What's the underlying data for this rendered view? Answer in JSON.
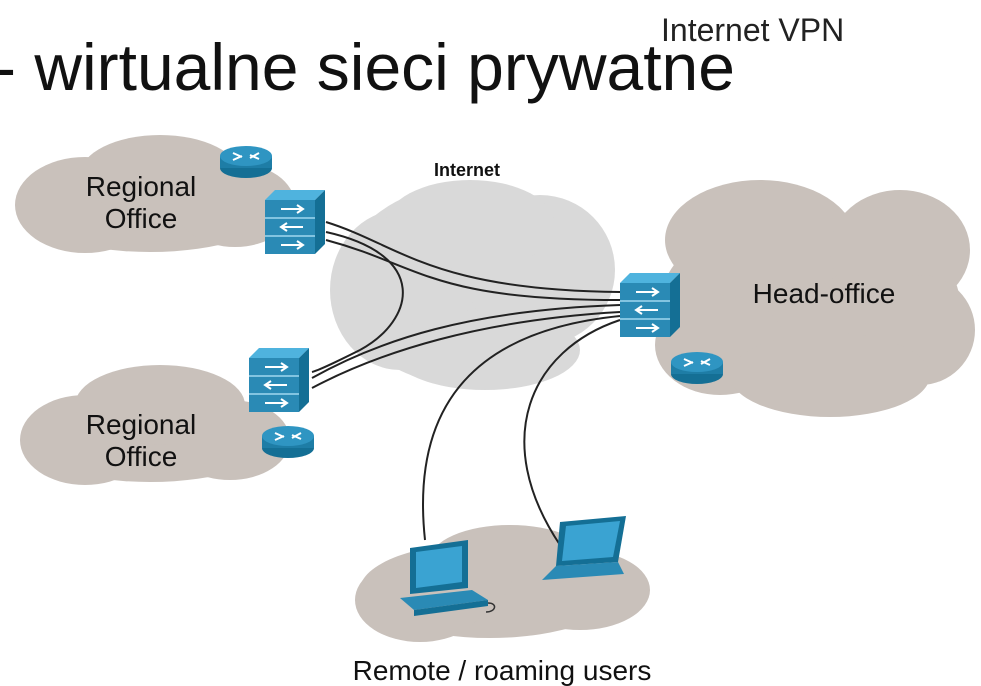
{
  "header": {
    "title": "- wirtualne sieci prywatne",
    "corner_label": "Internet VPN"
  },
  "diagram": {
    "internet_label": "Internet",
    "regional_top": {
      "line1": "Regional",
      "line2": "Office"
    },
    "regional_bottom": {
      "line1": "Regional",
      "line2": "Office"
    },
    "head_office": "Head-office",
    "remote_users": "Remote / roaming users"
  },
  "colors": {
    "device_blue": "#2a8ab5",
    "device_dark": "#146f95",
    "office_cloud": "#c9c1bb",
    "internet_cloud": "#d9d9d9",
    "link": "#222222"
  },
  "icons": [
    "router-icon",
    "firewall-icon",
    "desktop-computer-icon",
    "laptop-icon",
    "cloud-shape"
  ]
}
